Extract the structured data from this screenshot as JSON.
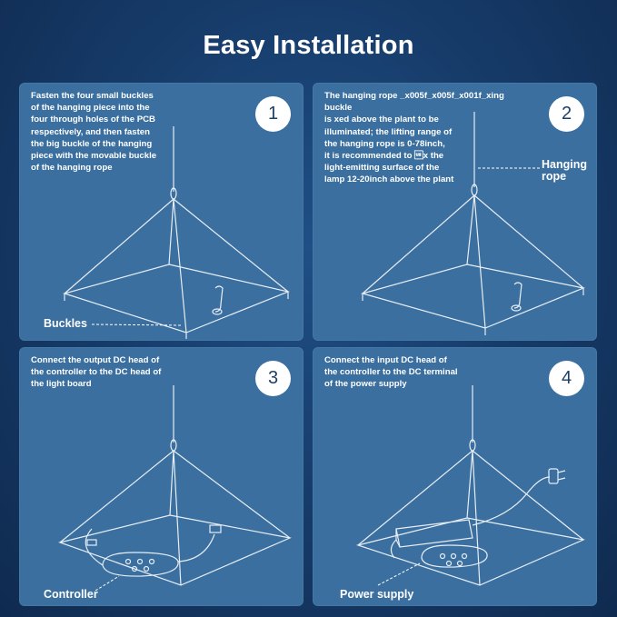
{
  "title": "Easy Installation",
  "steps": [
    {
      "number": "1",
      "text": "Fasten the four small buckles\nof the hanging piece into the\nfour through holes of the PCB\nrespectively, and then fasten\nthe big buckle of the hanging\npiece with the movable buckle\nof the hanging rope",
      "label": "Buckles"
    },
    {
      "number": "2",
      "text": "The hanging rope _x005f_x005f_x001f_xing buckle\nis xed above the plant to be\nilluminated; the lifting range of\nthe hanging rope is 0-78inch,\nit is recommended to \u001fx the\nlight-emitting surface of the\nlamp 12-20inch above the plant",
      "label": "Hanging\nrope"
    },
    {
      "number": "3",
      "text": "Connect the output DC head of\nthe controller to the DC head of\nthe light board",
      "label": "Controller"
    },
    {
      "number": "4",
      "text": "Connect the input DC head of\nthe controller to the DC terminal\nof the power supply",
      "label": "Power supply"
    }
  ]
}
